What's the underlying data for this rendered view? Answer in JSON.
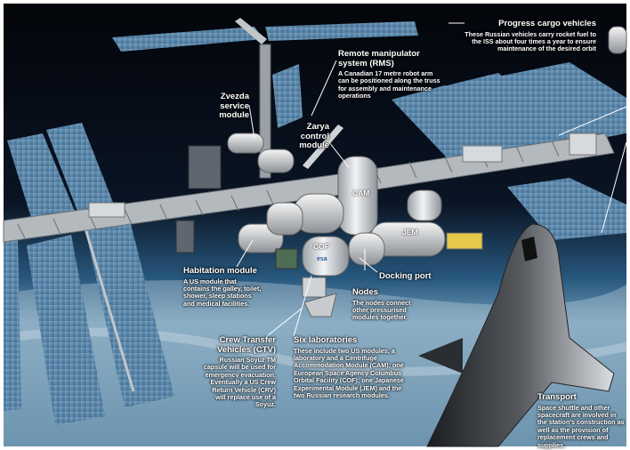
{
  "labels": {
    "progress": {
      "title": "Progress cargo vehicles",
      "desc": "These Russian vehicles carry rocket fuel to the ISS about four times a year to ensure maintenance of the desired orbit"
    },
    "rms": {
      "title": "Remote manipulator system (RMS)",
      "desc": "A Canadian 17 metre robot arm can be positioned along the truss for assembly and maintenance operations"
    },
    "zvezda": {
      "title": "Zvezda service module"
    },
    "zarya": {
      "title": "Zarya control module"
    },
    "habitation": {
      "title": "Habitation module",
      "desc": "A US module that contains the galley, toilet, shower, sleep stations and medical facilities."
    },
    "docking": {
      "title": "Docking port"
    },
    "nodes": {
      "title": "Nodes",
      "desc": "The nodes connect other pressurised modules together."
    },
    "ctv": {
      "title": "Crew Transfer Vehicles (CTV)",
      "desc": "Russian Soyuz TM capsule will be used for emergency evacuation. Eventually a US Crew Return Vehicle (CRV) will replace use of a Soyuz."
    },
    "labs": {
      "title": "Six laboratories",
      "desc": "These include two US modules, a laboratory and a Centrifuge Accommodation Module (CAM); one European Space Agency Columbus Orbital Facility (COF); one Japanese Experimental Module (JEM) and the two Russian research modules."
    },
    "transport": {
      "title": "Transport",
      "desc": "Space shuttle and other spacecraft are involved in the station's construction as well as the provision of replacement crews and supplies."
    }
  },
  "modules": {
    "cam": "CAM",
    "jem": "JEM",
    "cof": "COF",
    "esa": "esa"
  },
  "colors": {
    "space": "#05070d",
    "earth": "#2a6f9a",
    "panel": "#5e8fb4",
    "truss": "#b7bcc0",
    "label": "#ffffff"
  }
}
